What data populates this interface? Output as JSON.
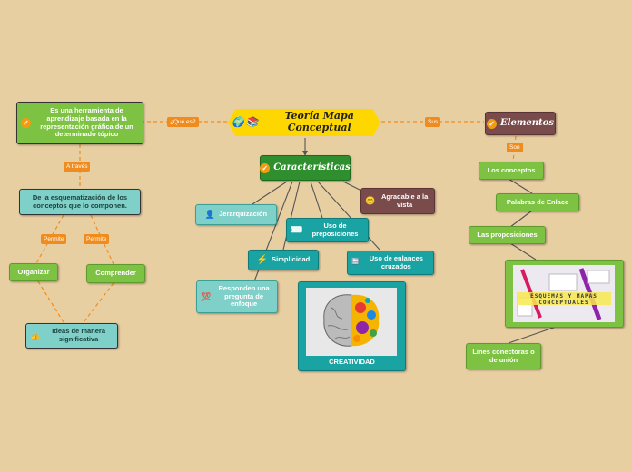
{
  "central": {
    "title": "Teoría Mapa Conceptual",
    "icons": [
      "globe-icon",
      "books-icon"
    ]
  },
  "left": {
    "definition": "Es una herramienta de aprendizaje basada en la representación gráfica de un determinado tópico",
    "link_que_es": "¿Qué es?",
    "link_a_traves": "A través",
    "method": "De la esquematización de los conceptos que lo componen.",
    "link_permite_1": "Permite",
    "link_permite_2": "Permite",
    "organizar": "Organizar",
    "comprender": "Comprender",
    "ideas": "Ideas de manera significativa"
  },
  "center": {
    "caracteristicas": "Características",
    "jerarquizacion": "Jerarquización",
    "agradable": "Agradable a la vista",
    "preposiciones": "Uso de preposiciones",
    "simplicidad": "Simplicidad",
    "enlaces": "Uso de enlances cruzados",
    "responden": "Responden una pregunta de enfoque",
    "creatividad": "CREATIVIDAD"
  },
  "right": {
    "link_sus": "Sus",
    "elementos": "Elementos",
    "link_son": "Son",
    "conceptos": "Los conceptos",
    "palabras": "Palabras de Enlace",
    "proposiciones": "Las proposiciones",
    "image_caption": "ESQUEMAS Y MAPAS CONCEPTUALES",
    "lineas": "Lines conectoras o de unión"
  },
  "colors": {
    "background": "#e8cfa2",
    "link": "#f08c1e",
    "central": "#ffd700"
  }
}
